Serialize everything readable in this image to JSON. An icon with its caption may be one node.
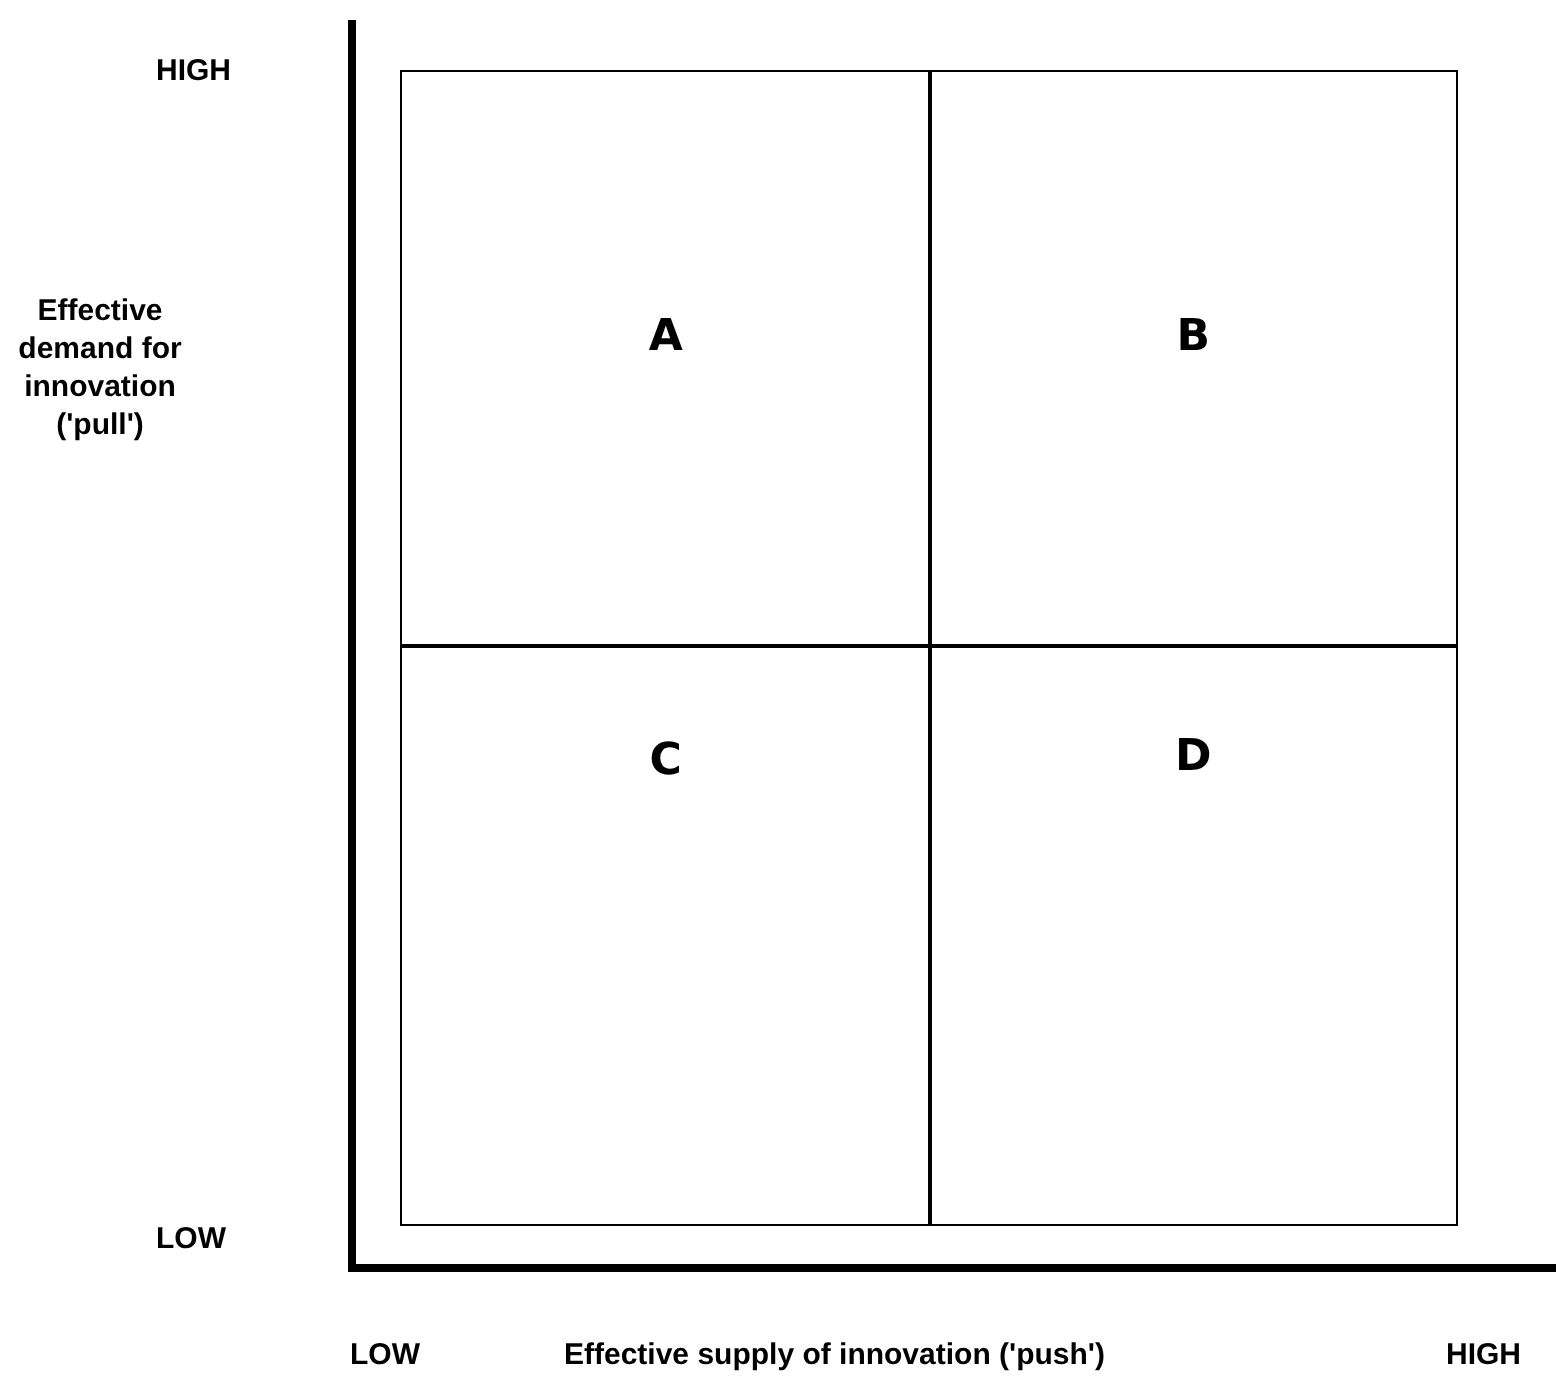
{
  "diagram": {
    "nodes": [
      {
        "text": [
          "A"
        ]
      },
      {
        "text": [
          "B"
        ]
      },
      {
        "text": [
          "C"
        ]
      },
      {
        "text": [
          "D"
        ]
      }
    ],
    "labels": [
      "HIGH",
      "Effective demand for innovation ('pull')",
      "LOW",
      "LOW",
      "Effective supply of innovation ('push')",
      "HIGH"
    ]
  }
}
